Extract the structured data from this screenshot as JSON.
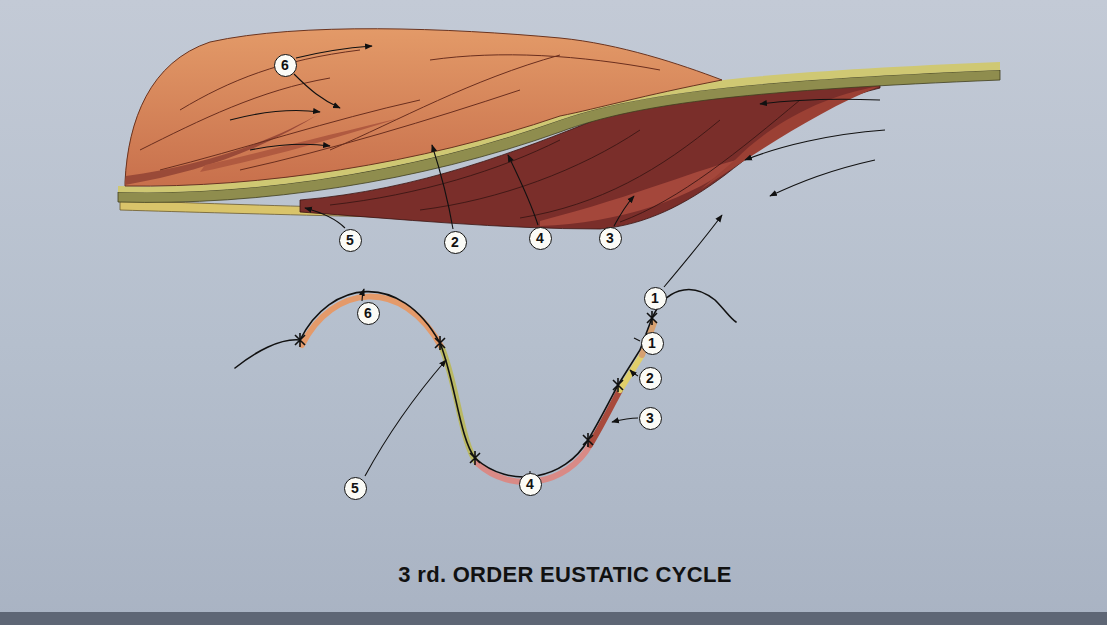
{
  "diagram": {
    "title": "3 rd. ORDER EUSTATIC CYCLE",
    "nodes": [
      {
        "text": [
          "6"
        ]
      },
      {
        "text": [
          "5"
        ]
      },
      {
        "text": [
          "2"
        ]
      },
      {
        "text": [
          "4"
        ]
      },
      {
        "text": [
          "3"
        ]
      },
      {
        "text": [
          "1"
        ]
      },
      {
        "text": [
          "6"
        ]
      },
      {
        "text": [
          "1"
        ]
      },
      {
        "text": [
          "2"
        ]
      },
      {
        "text": [
          "3"
        ]
      },
      {
        "text": [
          "5"
        ]
      },
      {
        "text": [
          "4"
        ]
      }
    ]
  }
}
